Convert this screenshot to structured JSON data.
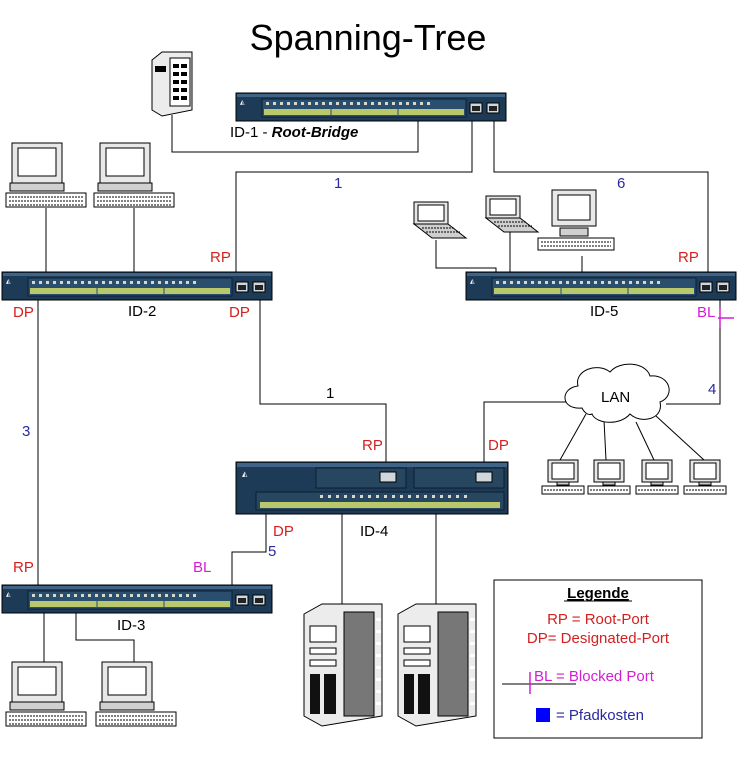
{
  "title": "Spanning-Tree",
  "switches": {
    "id1": "ID-1 - ",
    "id1_role": "Root-Bridge",
    "id2": "ID-2",
    "id3": "ID-3",
    "id4": "ID-4",
    "id5": "ID-5"
  },
  "port_labels": {
    "id2_rp": "RP",
    "id2_dp_left": "DP",
    "id2_dp_right": "DP",
    "id5_rp": "RP",
    "id5_bl": "BL",
    "id4_rp": "RP",
    "id4_dp_top": "DP",
    "id4_dp_bottom": "DP",
    "id3_rp": "RP",
    "id3_bl": "BL"
  },
  "costs": {
    "id1_id2": "1",
    "id1_id5": "6",
    "id2_id3": "3",
    "id2_id4": "1",
    "lan_id5": "4",
    "id4_id3": "5"
  },
  "lan": "LAN",
  "legend": {
    "title": "Legende",
    "rp": "RP = Root-Port",
    "dp": "DP= Designated-Port",
    "bl": "BL = Blocked Port",
    "cost": "= Pfadkosten"
  },
  "colors": {
    "root_port": "#d42020",
    "blocked": "#d21fd2",
    "cost": "#2a2aa0",
    "legend_square": "#0000ff"
  }
}
